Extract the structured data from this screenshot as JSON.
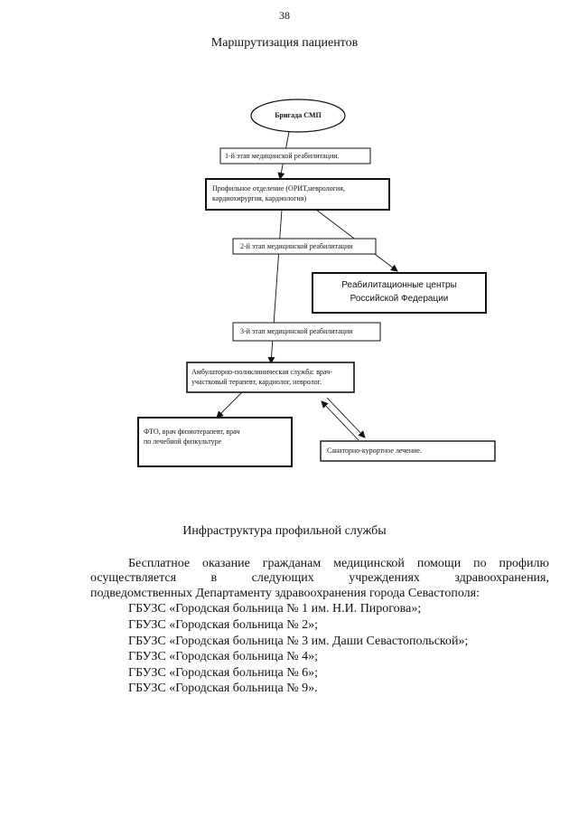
{
  "page_number": "38",
  "heading_routing": "Маршрутизация пациентов",
  "diagram": {
    "node_ambulance": "Бригада СМП",
    "stage1": "1-й этап медицинской реабилитации.",
    "node_profile_line1": "Профильное отделение (ОРИТ,неврология,",
    "node_profile_line2": "кардиохирургия, кардиология)",
    "stage2": "2-й этап медицинской реабилитации",
    "node_rehab_line1": "Реабилитационные центры",
    "node_rehab_line2": "Российской Федерации",
    "stage3": "3-й этап медицинской реабилитации",
    "node_outpatient_line1": "Амбулаторно-поликлиническая служба: врач-",
    "node_outpatient_line2": "участковый терапевт, кардиолог, невролог.",
    "node_physio_line1": "ФТО, врач физиотерапевт, врач",
    "node_physio_line2": "по лечебной физкультуре",
    "node_sanatorium": "Санаторно-курортное лечение."
  },
  "heading_infrastructure": "Инфраструктура профильной службы",
  "paragraph": {
    "line1": "Бесплатное оказание гражданам медицинской помощи по профилю",
    "line2": "осуществляется в следующих учреждениях здравоохранения,",
    "line3": "подведомственных Департаменту здравоохранения города Севастополя:"
  },
  "hospitals": [
    "ГБУЗС «Городская больница № 1 им. Н.И. Пирогова»;",
    "ГБУЗС «Городская больница № 2»;",
    "ГБУЗС «Городская больница № 3 им. Даши Севастопольской»;",
    "ГБУЗС «Городская больница № 4»;",
    "ГБУЗС «Городская больница № 6»;",
    "ГБУЗС «Городская больница № 9»."
  ]
}
